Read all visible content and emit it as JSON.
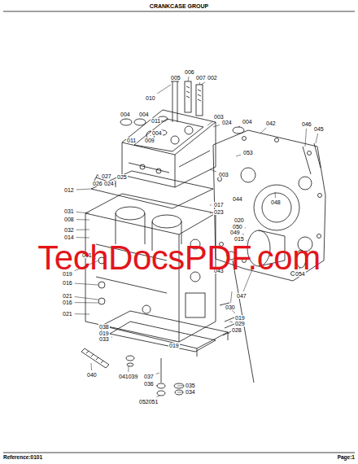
{
  "diagram": {
    "title": "CRANKCASE GROUP",
    "labels": [
      "010",
      "005",
      "006",
      "007",
      "002",
      "004",
      "004",
      "011",
      "004",
      "011",
      "009",
      "003",
      "024",
      "004",
      "042",
      "046",
      "045",
      "053",
      "003",
      "027",
      "026",
      "024",
      "025",
      "012",
      "017",
      "044",
      "048",
      "023",
      "031",
      "008",
      "020",
      "050",
      "049",
      "015",
      "032",
      "014",
      "001",
      "054",
      "019",
      "016",
      "043",
      "047",
      "021",
      "016",
      "030",
      "021",
      "019",
      "029",
      "028",
      "038",
      "019",
      "033",
      "019",
      "040",
      "041039",
      "037",
      "036",
      "035",
      "034",
      "052051",
      "TechDocsPDF.com",
      "Reference:0101",
      "Page:1"
    ]
  }
}
